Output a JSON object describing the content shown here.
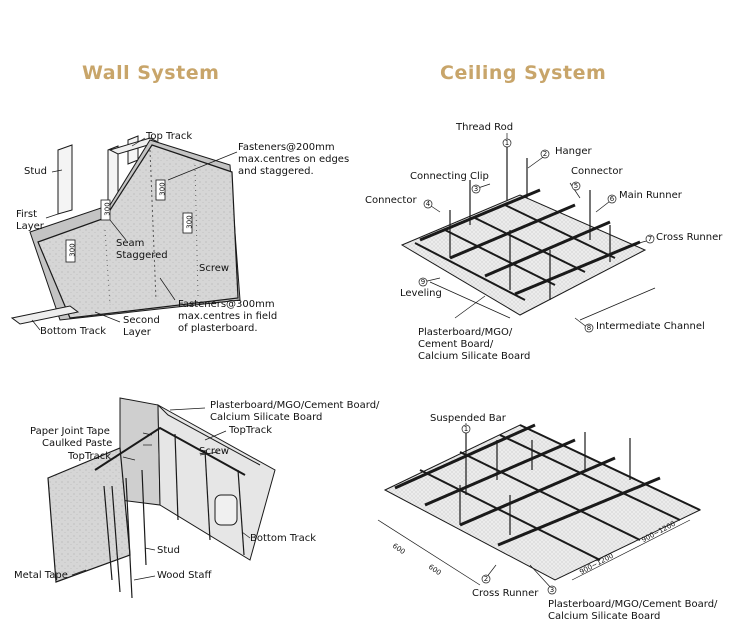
{
  "colors": {
    "heading": "#c8a56a",
    "board": "#d9d9d9",
    "board_dark": "#bdbdbd",
    "line": "#1a1a1a"
  },
  "headings": {
    "wall": "Wall System",
    "ceiling": "Ceiling System"
  },
  "wall_system": {
    "top_track": "Top Track",
    "fasteners_edges": "Fasteners@200mm\nmax.centres on edges\nand staggered.",
    "stud": "Stud",
    "first_layer": "First\nLayer",
    "seam_staggered": "Seam\nStaggered",
    "screw": "Screw",
    "fasteners_field": "Fasteners@300mm\nmax.centres in field\nof plasterboard.",
    "bottom_track": "Bottom Track",
    "second_layer": "Second\nLayer",
    "board_mark": "300",
    "board_mark2": "300",
    "board_mark3": "300",
    "board_mark4": "300"
  },
  "ceiling_system": {
    "thread_rod": "Thread Rod",
    "hanger": "Hanger",
    "connecting_clip": "Connecting Clip",
    "connector_right": "Connector",
    "connector_left": "Connector",
    "main_runner": "Main Runner",
    "cross_runner": "Cross Runner",
    "leveling": "Leveling",
    "intermediate_channel": "Intermediate Channel",
    "board": "Plasterboard/MGO/\nCement Board/\nCalcium Silicate Board",
    "numbers": [
      "1",
      "2",
      "3",
      "4",
      "5",
      "6",
      "7",
      "8",
      "9"
    ]
  },
  "partition": {
    "board": "Plasterboard/MGO/Cement Board/\nCalcium Silicate Board",
    "paper_joint_tape": "Paper Joint Tape",
    "caulked_paste": "Caulked Paste",
    "toptrack_left": "TopTrack",
    "toptrack_right": "TopTrack",
    "screw": "Screw",
    "bottom_track": "Bottom Track",
    "stud": "Stud",
    "metal_tape": "Metal Tape",
    "wood_staff": "Wood Staff"
  },
  "suspended": {
    "suspended_bar": "Suspended Bar",
    "cross_runner": "Cross Runner",
    "board": "Plasterboard/MGO/Cement Board/\nCalcium Silicate Board",
    "dim_left1": "600",
    "dim_left2": "600",
    "dim_right1": "900~1200",
    "dim_right2": "900~1200",
    "numbers": [
      "1",
      "2",
      "3"
    ]
  }
}
